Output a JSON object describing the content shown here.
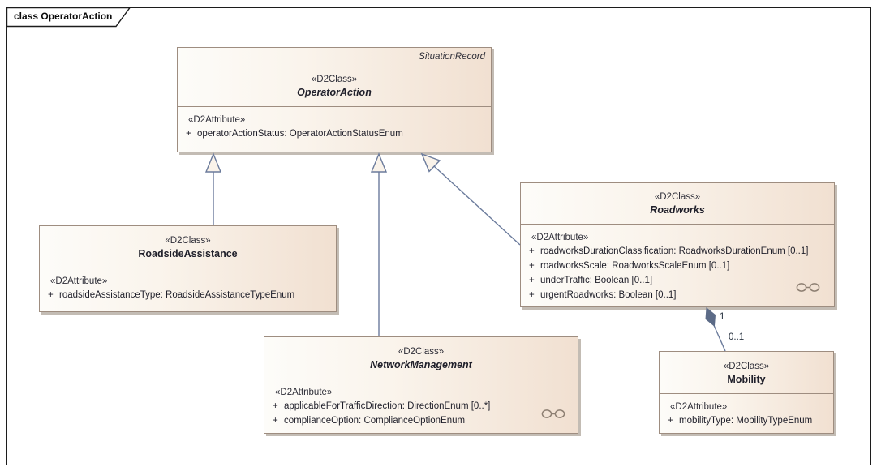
{
  "frame": {
    "label": "class OperatorAction"
  },
  "colors": {
    "box_fill_left": "#fdfcf9",
    "box_fill_right": "#f1e0d1",
    "box_border": "#9e8d80",
    "connector": "#6b7b9c",
    "arrowhead_fill": "#faf3ea",
    "composition_diamond_fill": "#5c6b87",
    "shadow": "#c3bcb4",
    "frame_border": "#1c1c1c"
  },
  "classes": [
    {
      "annotation": "SituationRecord",
      "stereotype": "«D2Class»",
      "name": "OperatorAction",
      "abstract": true,
      "attr_stereotype": "«D2Attribute»",
      "attributes": [
        {
          "vis": "+",
          "text": "operatorActionStatus: OperatorActionStatusEnum"
        }
      ]
    },
    {
      "stereotype": "«D2Class»",
      "name": "RoadsideAssistance",
      "abstract": false,
      "attr_stereotype": "«D2Attribute»",
      "attributes": [
        {
          "vis": "+",
          "text": "roadsideAssistanceType: RoadsideAssistanceTypeEnum"
        }
      ]
    },
    {
      "stereotype": "«D2Class»",
      "name": "Roadworks",
      "abstract": true,
      "attr_stereotype": "«D2Attribute»",
      "attributes": [
        {
          "vis": "+",
          "text": "roadworksDurationClassification: RoadworksDurationEnum [0..1]"
        },
        {
          "vis": "+",
          "text": "roadworksScale: RoadworksScaleEnum [0..1]"
        },
        {
          "vis": "+",
          "text": "underTraffic: Boolean [0..1]"
        },
        {
          "vis": "+",
          "text": "urgentRoadworks: Boolean [0..1]"
        }
      ]
    },
    {
      "stereotype": "«D2Class»",
      "name": "NetworkManagement",
      "abstract": true,
      "attr_stereotype": "«D2Attribute»",
      "attributes": [
        {
          "vis": "+",
          "text": "applicableForTrafficDirection: DirectionEnum [0..*]"
        },
        {
          "vis": "+",
          "text": "complianceOption: ComplianceOptionEnum"
        }
      ]
    },
    {
      "stereotype": "«D2Class»",
      "name": "Mobility",
      "abstract": false,
      "attr_stereotype": "«D2Attribute»",
      "attributes": [
        {
          "vis": "+",
          "text": "mobilityType: MobilityTypeEnum"
        }
      ]
    }
  ],
  "relationships": {
    "generalizations": [
      {
        "from": "RoadsideAssistance",
        "to": "OperatorAction"
      },
      {
        "from": "NetworkManagement",
        "to": "OperatorAction"
      },
      {
        "from": "Roadworks",
        "to": "OperatorAction"
      }
    ],
    "composition": {
      "source": "Roadworks",
      "target": "Mobility",
      "source_multiplicity": "1",
      "target_multiplicity": "0..1"
    }
  }
}
